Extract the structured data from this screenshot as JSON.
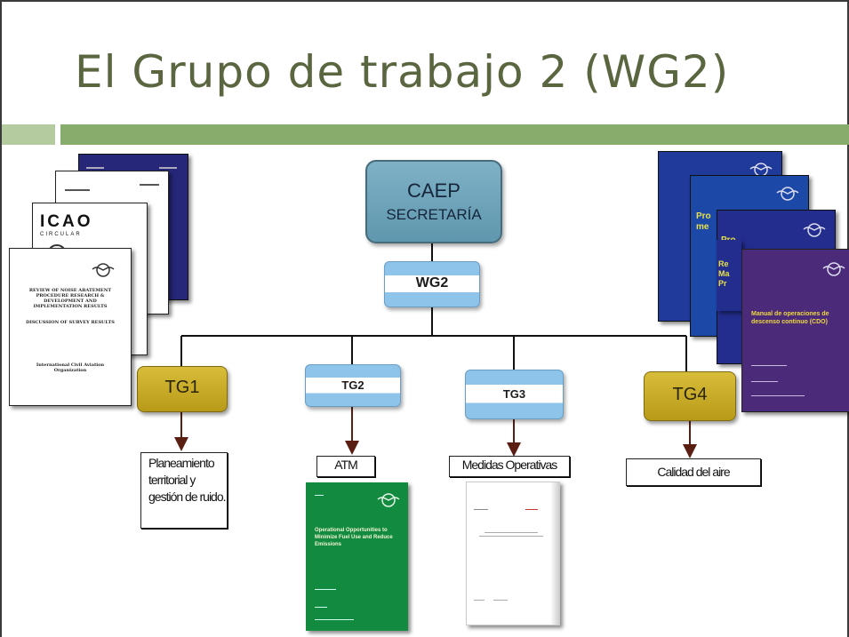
{
  "slide": {
    "title": "El Grupo de trabajo 2 (WG2)"
  },
  "org_chart": {
    "root": {
      "line1": "CAEP",
      "line2": "SECRETARÍA"
    },
    "wg": {
      "label": "WG2"
    },
    "task_groups": [
      {
        "label": "TG1",
        "style": "gold",
        "topic": "Planeamiento territorial y gestión de ruido."
      },
      {
        "label": "TG2",
        "style": "flag",
        "topic": "ATM"
      },
      {
        "label": "TG3",
        "style": "flag",
        "topic": "Medidas Operativas"
      },
      {
        "label": "TG4",
        "style": "gold",
        "topic": "Calidad del aire"
      }
    ]
  },
  "documents": {
    "left_stack": {
      "icao_header": "ICAO",
      "circular_header": "CIRCULAR",
      "front_title": "REVIEW OF NOISE ABATEMENT PROCEDURE RESEARCH & DEVELOPMENT AND IMPLEMENTATION RESULTS",
      "front_subtitle": "DISCUSSION OF SURVEY RESULTS",
      "front_footer": "International Civil Aviation Organization"
    },
    "right_stack": {
      "front_title": "Manual de operaciones de descenso continuo (CDO)",
      "back_title_fragment_1": "Pro me",
      "back_title_fragment_2": "Pro me",
      "back_title_fragment_3": "Re Ma Pr"
    },
    "green_doc": {
      "title": "Operational Opportunities to Minimize Fuel Use and Reduce Emissions"
    }
  },
  "colors": {
    "title": "#5a6640",
    "band_main": "#86ad6b",
    "band_small": "#b4cba0",
    "caep": "#6fa3b9",
    "gold": "#c9ab28",
    "flag_blue": "#8ec3ea",
    "doc_blue": "#27277a",
    "doc_purple": "#4b2a7a",
    "doc_green": "#128a3f"
  }
}
